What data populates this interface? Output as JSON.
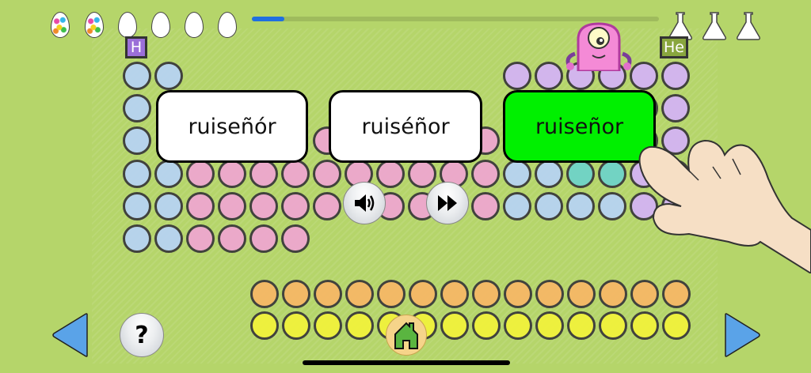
{
  "progress": {
    "eggs": [
      {
        "state": "filled"
      },
      {
        "state": "filled"
      },
      {
        "state": "empty"
      },
      {
        "state": "empty"
      },
      {
        "state": "empty"
      },
      {
        "state": "empty"
      }
    ],
    "bar_percent": 8,
    "bar_color": "#1f6fe0",
    "flasks": [
      {
        "state": "empty"
      },
      {
        "state": "empty"
      },
      {
        "state": "empty"
      }
    ]
  },
  "periodic_table": {
    "first_element": {
      "symbol": "H",
      "color": "#9b6fd8"
    },
    "last_element": {
      "symbol": "He",
      "color": "#89a63e"
    },
    "colors": {
      "blue": "#b7d3f2",
      "pink": "#eea7cf",
      "purple": "#d4b4f4",
      "teal": "#6fd3c8",
      "orange": "#f6b866",
      "yellow": "#f1f23c"
    }
  },
  "question": {
    "choices": [
      {
        "label": "ruiseñór",
        "state": "default"
      },
      {
        "label": "ruiséñor",
        "state": "default"
      },
      {
        "label": "ruiseñor",
        "state": "correct"
      }
    ],
    "correct_color": "#00f000"
  },
  "controls": {
    "sound_icon": "speaker-icon",
    "skip_icon": "fast-forward-icon",
    "help_label": "?",
    "home_icon": "house-icon",
    "prev_icon": "triangle-left-icon",
    "next_icon": "triangle-right-icon",
    "arrow_color": "#5aa3e8"
  },
  "mascot": {
    "name": "pink-monster"
  },
  "hint": {
    "icon": "pointing-hand-icon"
  }
}
